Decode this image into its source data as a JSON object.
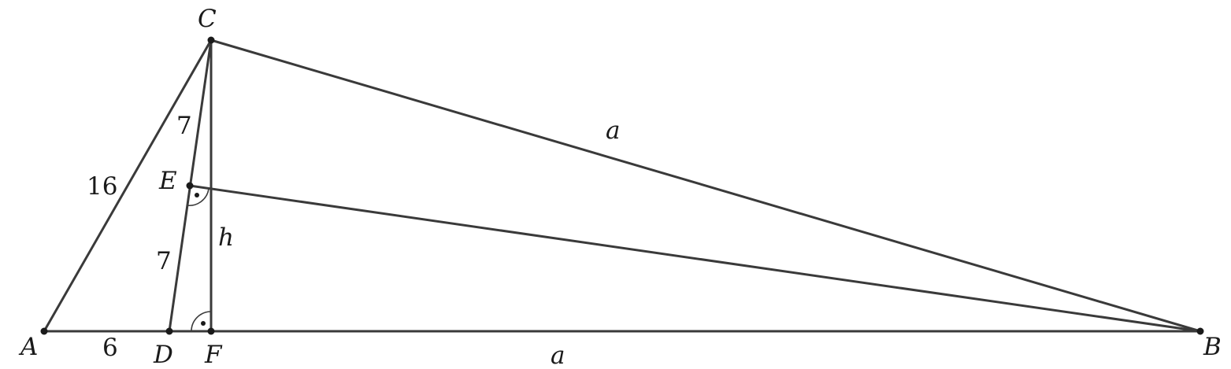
{
  "points": {
    "A": "A",
    "B": "B",
    "C": "C",
    "D": "D",
    "E": "E",
    "F": "F"
  },
  "labels": {
    "AC": "16",
    "AD": "6",
    "CE": "7",
    "ED": "7",
    "CB": "a",
    "DB": "a",
    "CF": "h"
  },
  "colors": {
    "line": "#3a3a3a",
    "point": "#1a1a1a",
    "background": "#ffffff"
  }
}
